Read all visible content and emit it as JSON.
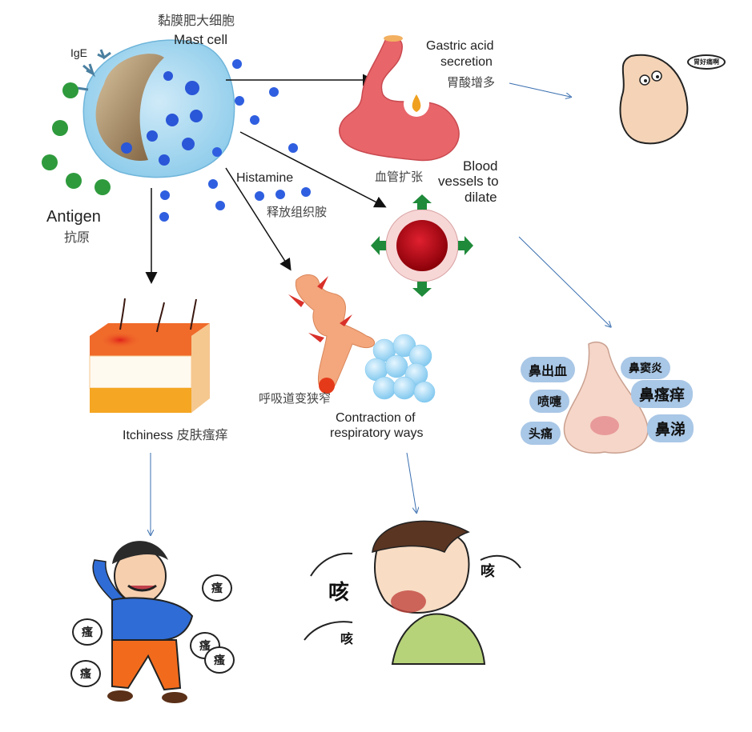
{
  "diagram": {
    "title_zh": "黏膜肥大细胞",
    "title_en": "Mast cell",
    "ige_label": "IgE",
    "antigen": {
      "en": "Antigen",
      "zh": "抗原"
    },
    "histamine": {
      "en": "Histamine",
      "zh": "释放组织胺"
    },
    "effects": {
      "gastric": {
        "en_line1": "Gastric acid",
        "en_line2": "secretion",
        "zh": "胃酸增多",
        "speech": "胃好痛啊"
      },
      "blood": {
        "en_line1": "Blood",
        "en_line2": "vessels to",
        "en_line3": "dilate",
        "zh": "血管扩张"
      },
      "respiratory": {
        "zh": "呼吸道变狭窄",
        "en_line1": "Contraction of",
        "en_line2": "respiratory ways"
      },
      "itch": {
        "en": "Itchiness",
        "zh": "皮肤瘙痒"
      }
    },
    "nose_symptoms": [
      "鼻出血",
      "鼻窦炎",
      "喷嚏",
      "鼻瘙痒",
      "头痛",
      "鼻涕"
    ],
    "itch_bubbles": [
      "瘙",
      "瘙",
      "瘙",
      "瘙",
      "瘙"
    ],
    "cough_words": [
      "咳",
      "咳",
      "咳"
    ],
    "colors": {
      "cell": "#9fd3ee",
      "granule": "#2a56d8",
      "antigen": "#2e9a3c",
      "stomach": "#e8656a",
      "vessel_outer": "#f7d6d6",
      "vessel_inner": "#c0101a",
      "arrow_green": "#1f8a3a",
      "airway": "#f4a77c",
      "lung": "#a9dcf5",
      "skin_top": "#f06a2a",
      "skin_fat": "#f5a623",
      "nose_bubble": "#a9c7e6"
    }
  }
}
